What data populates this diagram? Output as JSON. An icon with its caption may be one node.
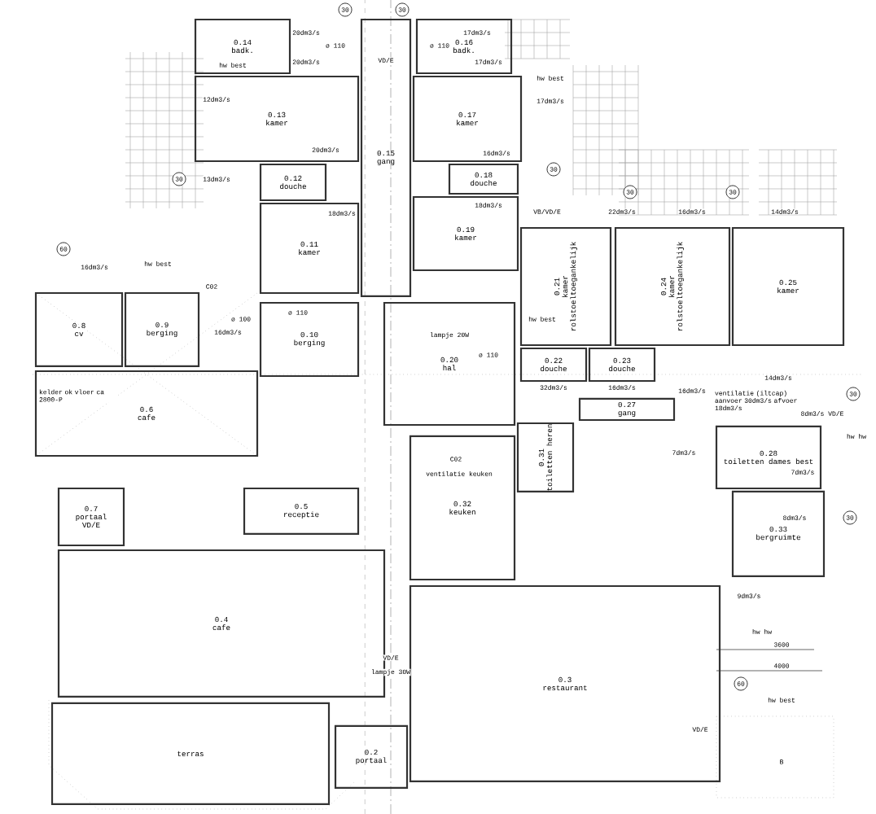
{
  "diagram": {
    "nodes": [
      {
        "text": [
          "0.14",
          "badk."
        ]
      },
      {
        "text": [
          "0.16",
          "badk."
        ]
      },
      {
        "text": [
          "0.13",
          "kamer"
        ]
      },
      {
        "text": [
          "0.17",
          "kamer"
        ]
      },
      {
        "text": [
          "0.12",
          "douche"
        ]
      },
      {
        "text": [
          "0.15",
          "gang"
        ]
      },
      {
        "text": [
          "0.18",
          "douche"
        ]
      },
      {
        "text": [
          "0.19",
          "kamer"
        ]
      },
      {
        "text": [
          "0.11",
          "kamer"
        ]
      },
      {
        "text": [
          "0.21",
          "kamer",
          "rolstoeltoegankelijk"
        ]
      },
      {
        "text": [
          "0.24",
          "kamer",
          "rolstoeltoegankelijk"
        ]
      },
      {
        "text": [
          "0.25",
          "kamer"
        ]
      },
      {
        "text": [
          "0.8",
          "cv"
        ]
      },
      {
        "text": [
          "0.9",
          "berging"
        ]
      },
      {
        "text": [
          "0.10",
          "berging"
        ]
      },
      {
        "text": [
          "0.20",
          "hal"
        ]
      },
      {
        "text": [
          "0.22",
          "douche"
        ]
      },
      {
        "text": [
          "0.23",
          "douche"
        ]
      },
      {
        "text": [
          "0.6",
          "cafe"
        ]
      },
      {
        "text": [
          "0.27",
          "gang"
        ]
      },
      {
        "text": [
          "0.31",
          "toiletten heren"
        ]
      },
      {
        "text": [
          "0.28",
          "toiletten dames best"
        ]
      },
      {
        "text": [
          "0.7",
          "portaal",
          "VD/E"
        ]
      },
      {
        "text": [
          "0.5",
          "receptie"
        ]
      },
      {
        "text": [
          "0.32",
          "keuken"
        ]
      },
      {
        "text": [
          "0.33",
          "bergruimte"
        ]
      },
      {
        "text": [
          "0.4",
          "cafe"
        ]
      },
      {
        "text": [
          "0.3",
          "restaurant"
        ]
      },
      {
        "text": [
          "0.2",
          "portaal"
        ]
      },
      {
        "text": [
          "terras"
        ]
      }
    ],
    "labels": [
      "hw best",
      "12dm3/s",
      "30",
      "13dm3/s",
      "60",
      "16dm3/s",
      "hw best",
      "C02",
      "ø 100",
      "16dm3/s",
      "kelder ok vloer ca 2800-P",
      "30",
      "20dm3/s",
      "ø 110",
      "30",
      "VD/E",
      "ø 110",
      "17dm3/s",
      "20dm3/s",
      "17dm3/s",
      "hw best",
      "17dm3/s",
      "20dm3/s",
      "18dm3/s",
      "16dm3/s",
      "30",
      "18dm3/s",
      "VB/VD/E",
      "ø 110",
      "lampje 20W",
      "hw best",
      "ø 110",
      "22dm3/s",
      "16dm3/s",
      "14dm3/s",
      "30",
      "30",
      "30",
      "32dm3/s",
      "16dm3/s",
      "16dm3/s",
      "14dm3/s",
      "ventilatie (iltcap) aanvoer 30dm3/s afvoer 18dm3/s",
      "7dm3/s",
      "7dm3/s",
      "8dm3/s VD/E",
      "hw hw",
      "8dm3/s",
      "30",
      "9dm3/s",
      "hw hw",
      "3600",
      "4000",
      "60",
      "hw best",
      "VD/E",
      "B",
      "C02",
      "ventilatie keuken",
      "VD/E",
      "lampje 30W"
    ]
  }
}
